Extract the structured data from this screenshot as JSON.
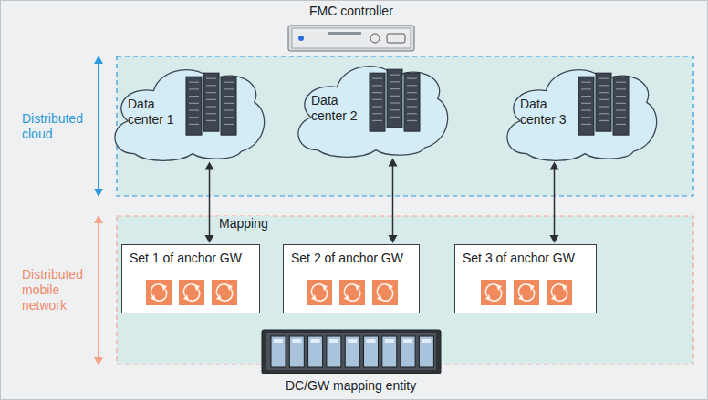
{
  "diagram": {
    "nodes": [
      {
        "text": [
          "Distributed cloud"
        ]
      },
      {
        "text": [
          "Data center 1"
        ],
        "in": 0
      },
      {
        "text": [
          "Data center 2"
        ],
        "in": 0
      },
      {
        "text": [
          "Data center 3"
        ],
        "in": 0
      },
      {
        "text": [
          "Distributed mobile network"
        ]
      },
      {
        "text": [
          "Set 1 of anchor GW"
        ],
        "in": 4
      },
      {
        "text": [
          "Set 2 of anchor GW"
        ],
        "in": 4
      },
      {
        "text": [
          "Set 3 of anchor GW"
        ],
        "in": 4
      }
    ],
    "edges": [
      {
        "from": 1,
        "to": 5,
        "label": "Mapping",
        "arrow": "both"
      },
      {
        "from": 2,
        "to": 6,
        "arrow": "both"
      },
      {
        "from": 3,
        "to": 7,
        "arrow": "both"
      }
    ],
    "labels": [
      "FMC controller",
      "DC/GW mapping entity"
    ]
  }
}
